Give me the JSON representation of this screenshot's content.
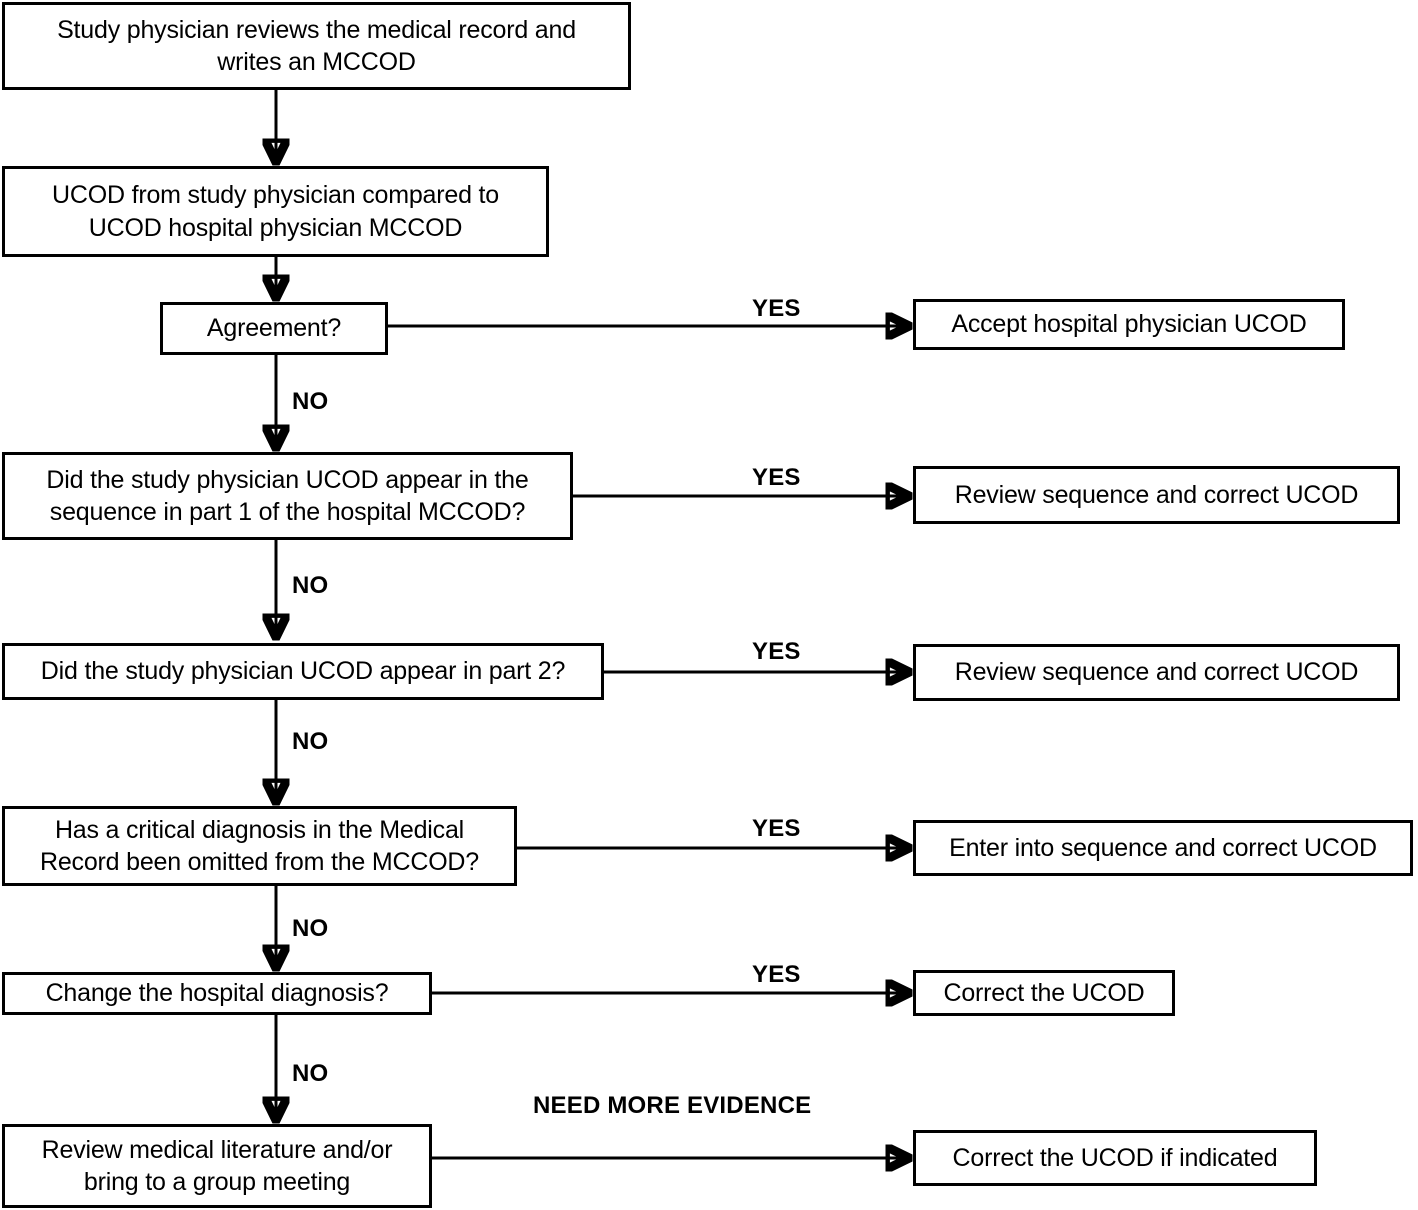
{
  "diagram": {
    "title": "MCCOD / UCOD review decision flowchart",
    "line_color": "#000000",
    "box_fill": "#ffffff",
    "nodes": [
      {
        "id": "start",
        "text": "Study physician reviews the medical record and\nwrites an MCCOD"
      },
      {
        "id": "compare",
        "text": "UCOD from study physician compared to\nUCOD hospital physician MCCOD"
      },
      {
        "id": "agreement",
        "text": "Agreement?"
      },
      {
        "id": "accept",
        "text": "Accept hospital physician UCOD"
      },
      {
        "id": "part1",
        "text": "Did the study physician UCOD appear in the\nsequence in part 1 of the hospital MCCOD?"
      },
      {
        "id": "review1",
        "text": "Review sequence and correct UCOD"
      },
      {
        "id": "part2",
        "text": "Did the study physician UCOD appear in part 2?"
      },
      {
        "id": "review2",
        "text": "Review sequence and correct UCOD"
      },
      {
        "id": "critical",
        "text": "Has a critical diagnosis in the Medical\nRecord been omitted from the MCCOD?"
      },
      {
        "id": "enterseq",
        "text": "Enter into sequence and correct UCOD"
      },
      {
        "id": "change",
        "text": "Change the hospital diagnosis?"
      },
      {
        "id": "correct",
        "text": "Correct the UCOD"
      },
      {
        "id": "literature",
        "text": "Review medical literature and/or\nbring to a group meeting"
      },
      {
        "id": "correctif",
        "text": "Correct the UCOD if indicated"
      }
    ],
    "edge_labels": [
      {
        "id": "yes-agreement",
        "text": "YES"
      },
      {
        "id": "no-agreement",
        "text": "NO"
      },
      {
        "id": "yes-part1",
        "text": "YES"
      },
      {
        "id": "no-part1",
        "text": "NO"
      },
      {
        "id": "yes-part2",
        "text": "YES"
      },
      {
        "id": "no-part2",
        "text": "NO"
      },
      {
        "id": "yes-critical",
        "text": "YES"
      },
      {
        "id": "no-critical",
        "text": "NO"
      },
      {
        "id": "yes-change",
        "text": "YES"
      },
      {
        "id": "no-change",
        "text": "NO"
      },
      {
        "id": "need-evidence",
        "text": "NEED MORE EVIDENCE"
      }
    ]
  }
}
